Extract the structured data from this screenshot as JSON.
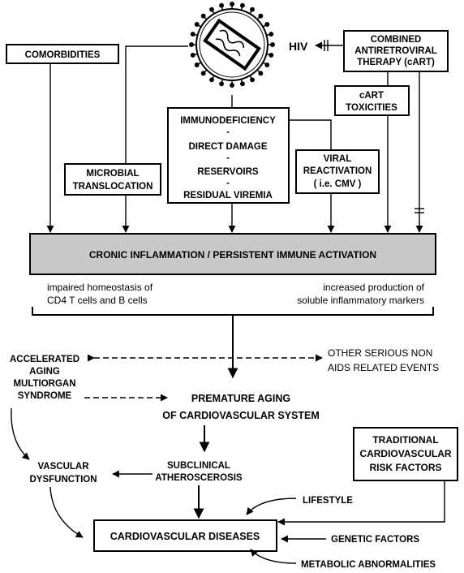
{
  "boxes": {
    "comorbidities": "COMORBIDITIES",
    "cart": [
      "COMBINED",
      "ANTIRETROVIRAL",
      "THERAPY (cART)"
    ],
    "cart_toxicities": [
      "cART",
      "TOXICITIES"
    ],
    "immunodeficiency": [
      "IMMUNODEFICIENCY",
      "-",
      "DIRECT DAMAGE",
      "-",
      "RESERVOIRS",
      "-",
      "RESIDUAL VIREMIA"
    ],
    "microbial": [
      "MICROBIAL",
      "TRANSLOCATION"
    ],
    "viral": [
      "VIRAL",
      "REACTIVATION",
      "( i.e. CMV )"
    ],
    "inflammation": "CRONIC INFLAMMATION / PERSISTENT IMMUNE ACTIVATION",
    "traditional": [
      "TRADITIONAL",
      "CARDIOVASCULAR",
      "RISK FACTORS"
    ],
    "cvd": "CARDIOVASCULAR DISEASES"
  },
  "labels": {
    "hiv": "HIV",
    "homeostasis": [
      "impaired homeostasis of",
      "CD4 T cells and B cells"
    ],
    "markers": [
      "increased production of",
      "soluble inflammatory markers"
    ],
    "accelerated": [
      "ACCELERATED",
      "AGING",
      "MULTIORGAN",
      "SYNDROME"
    ],
    "other_events": [
      "OTHER SERIOUS NON",
      "AIDS RELATED EVENTS"
    ],
    "premature": [
      "PREMATURE AGING",
      "OF CARDIOVASCULAR SYSTEM"
    ],
    "vascular": [
      "VASCULAR",
      "DYSFUNCTION"
    ],
    "subclinical": [
      "SUBCLINICAL",
      "ATHEROSCEROSIS"
    ],
    "lifestyle": "LIFESTYLE",
    "genetic": "GENETIC FACTORS",
    "metabolic": "METABOLIC ABNORMALITIES"
  },
  "colors": {
    "inflammation_fill": "#c8c8c8",
    "stroke": "#000000"
  },
  "icons": [
    "hiv-virus-icon"
  ]
}
